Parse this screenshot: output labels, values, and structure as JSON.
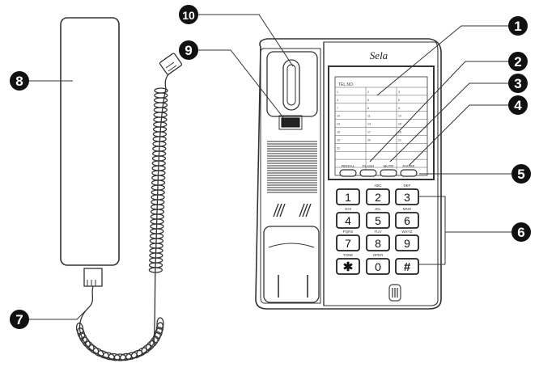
{
  "brand": "Sela",
  "card_title": "TEL NO.",
  "card_numbers": [
    "1",
    "2",
    "3",
    "4",
    "5",
    "6",
    "7",
    "8",
    "9",
    "10",
    "11",
    "12",
    "13",
    "14",
    "15",
    "16",
    "17",
    "18",
    "19",
    "20",
    "21",
    "22"
  ],
  "function_keys": [
    "REDIAL",
    "FLASH",
    "MUTE",
    "PAUSE"
  ],
  "keypad": [
    {
      "digit": "1",
      "letters": ""
    },
    {
      "digit": "2",
      "letters": "ABC"
    },
    {
      "digit": "3",
      "letters": "DEF"
    },
    {
      "digit": "4",
      "letters": "GHI"
    },
    {
      "digit": "5",
      "letters": "JKL"
    },
    {
      "digit": "6",
      "letters": "MNO"
    },
    {
      "digit": "7",
      "letters": "PQRS"
    },
    {
      "digit": "8",
      "letters": "TUV"
    },
    {
      "digit": "9",
      "letters": "WXYZ"
    },
    {
      "digit": "✱",
      "letters": "TONE"
    },
    {
      "digit": "0",
      "letters": "OPER"
    },
    {
      "digit": "#",
      "letters": ""
    }
  ],
  "callouts": [
    "1",
    "2",
    "3",
    "4",
    "5",
    "6",
    "7",
    "8",
    "9",
    "10"
  ]
}
